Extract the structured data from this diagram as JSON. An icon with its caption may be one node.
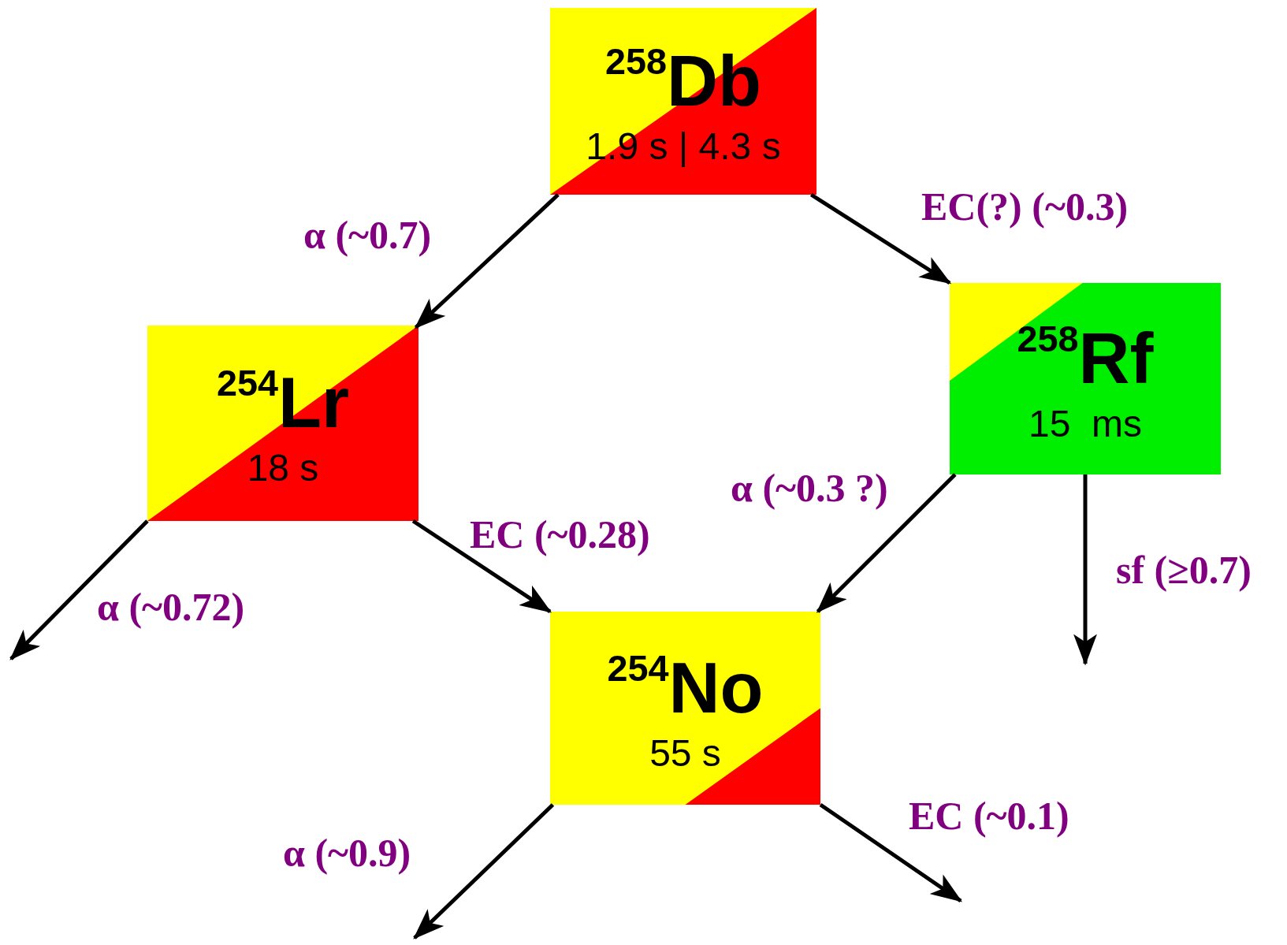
{
  "diagram": {
    "nodes": [
      {
        "text": [
          "$^{258}$Db",
          "1.9 s | 4.3 s"
        ]
      },
      {
        "text": [
          "$^{254}$Lr",
          "18 s"
        ]
      },
      {
        "text": [
          "$^{258}$Rf",
          "15  ms"
        ]
      },
      {
        "text": [
          "$^{254}$No",
          "55 s"
        ]
      }
    ],
    "edges": [
      {
        "from": 0,
        "to": 1,
        "arrow": "to",
        "label": "α (~0.7)"
      },
      {
        "from": 0,
        "to": 2,
        "arrow": "to",
        "label": "EC(?) (~0.3)"
      },
      {
        "from": 1,
        "to": null,
        "arrow": "to",
        "label": "α (~0.72)"
      },
      {
        "from": 1,
        "to": 3,
        "arrow": "to",
        "label": "EC (~0.28)"
      },
      {
        "from": 2,
        "to": 3,
        "arrow": "to",
        "label": "α (~0.3 ?)"
      },
      {
        "from": 2,
        "to": null,
        "arrow": "to",
        "label": "sf (≥0.7)"
      },
      {
        "from": 3,
        "to": null,
        "arrow": "to",
        "label": "α (~0.9)"
      },
      {
        "from": 3,
        "to": null,
        "arrow": "to",
        "label": "EC (~0.1)"
      }
    ]
  }
}
